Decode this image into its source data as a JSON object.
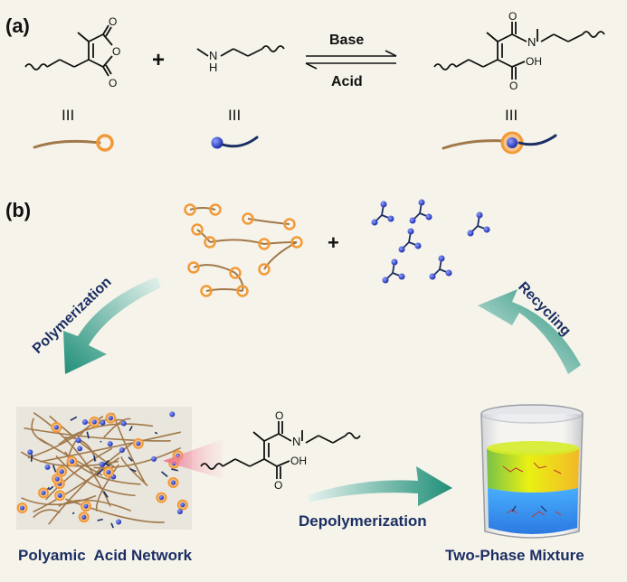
{
  "panel_a": {
    "label": "(a)",
    "plus": "+",
    "arrow_top": "Base",
    "arrow_bottom": "Acid",
    "roman": [
      "III",
      "III",
      "III"
    ],
    "amine_atom": "N",
    "amine_h": "H",
    "amide_atom": "N",
    "oh_group": "OH",
    "o_atom": "O"
  },
  "panel_b": {
    "label": "(b)",
    "plus": "+",
    "polymerization": "Polymerization",
    "recycling": "Recycling",
    "depolymerization": "Depolymerization",
    "network_caption": "Polyamic  Acid Network",
    "mixture_caption": "Two-Phase Mixture",
    "oh_group": "OH",
    "o_atom": "O",
    "amide_atom": "N"
  },
  "colors": {
    "orange": "#f29a38",
    "brown": "#a0784a",
    "blue": "#2b3fc6",
    "navy": "#1b2e63",
    "teal": "#2aa088",
    "text": "#111111"
  }
}
